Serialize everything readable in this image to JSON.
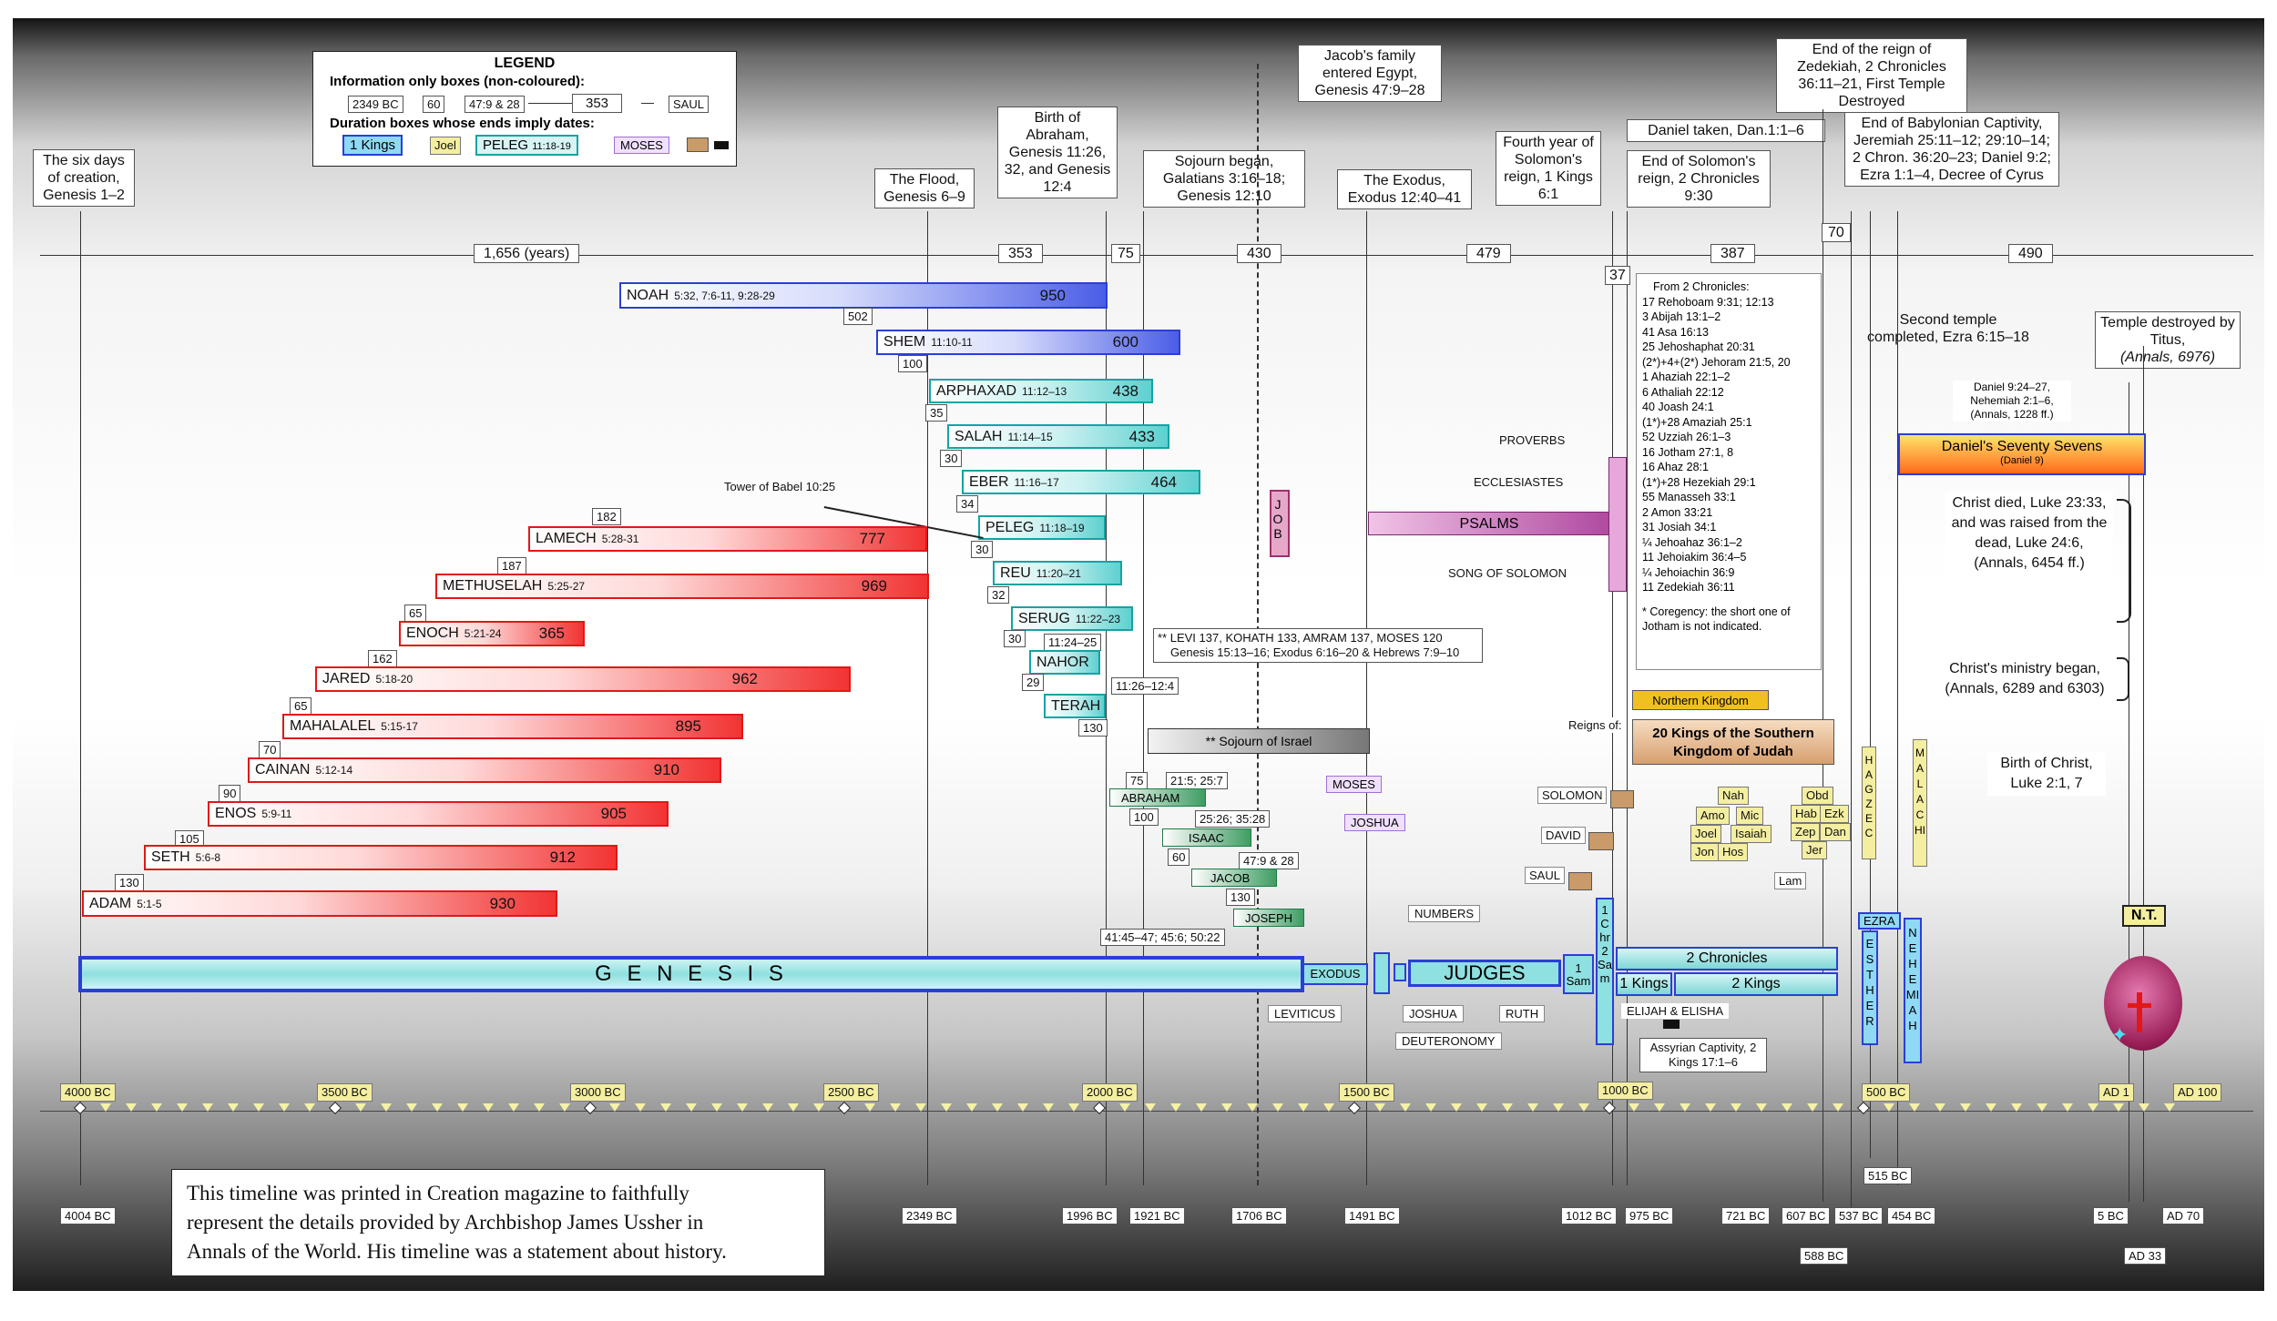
{
  "legend": {
    "title": "LEGEND",
    "info_title": "Information only boxes (non-coloured):",
    "ex_date": "2349 BC",
    "ex_num": "60",
    "ex_ref": "47:9 & 28",
    "ex_span": "353",
    "ex_saul": "SAUL",
    "dur_title": "Duration boxes whose ends imply dates:",
    "ex_kings": "1 Kings",
    "ex_joel": "Joel",
    "ex_peleg": "PELEG",
    "ex_peleg_ref": "11:18-19",
    "ex_moses": "MOSES"
  },
  "top_notes": {
    "creation": "The six days of creation, Genesis 1–2",
    "flood": "The Flood, Genesis 6–9",
    "abraham": "Birth of Abraham, Genesis 11:26, 32, and Genesis 12:4",
    "egypt": "Jacob's family entered Egypt, Genesis 47:9–28",
    "sojourn": "Sojourn began, Galatians 3:16–18; Genesis 12:10",
    "exodus": "The Exodus, Exodus 12:40–41",
    "solomon4": "Fourth year of Solomon's reign, 1 Kings 6:1",
    "daniel_taken": "Daniel taken, Dan.1:1–6",
    "end_solomon": "End of Solomon's reign, 2 Chronicles 9:30",
    "zedekiah": "End of the reign of Zedekiah, 2 Chronicles 36:11–21, First Temple Destroyed",
    "babylon": "End of Babylonian Captivity, Jeremiah 25:11–12; 29:10–14; 2 Chron. 36:20–23; Daniel 9:2; Ezra 1:1–4, Decree of Cyrus",
    "second_temple": "Second temple completed, Ezra 6:15–18",
    "titus_a": "Temple destroyed by Titus,",
    "titus_b": "(Annals, 6976)"
  },
  "spans": [
    "1,656 (years)",
    "353",
    "75",
    "430",
    "479",
    "37",
    "387",
    "70",
    "490"
  ],
  "patriarchs": [
    {
      "name": "NOAH",
      "ref": "5:32, 7:6-11, 9:28-29",
      "years": "950",
      "gap": "502"
    },
    {
      "name": "SHEM",
      "ref": "11:10-11",
      "years": "600",
      "gap": "100"
    },
    {
      "name": "ARPHAXAD",
      "ref": "11:12–13",
      "years": "438",
      "gap": "35"
    },
    {
      "name": "SALAH",
      "ref": "11:14–15",
      "years": "433",
      "gap": "30"
    },
    {
      "name": "EBER",
      "ref": "11:16–17",
      "years": "464",
      "gap": "34"
    },
    {
      "name": "PELEG",
      "ref": "11:18–19",
      "years": "",
      "gap": "30"
    },
    {
      "name": "REU",
      "ref": "11:20–21",
      "years": "",
      "gap": "32"
    },
    {
      "name": "SERUG",
      "ref": "11:22–23",
      "years": "",
      "gap": "30"
    },
    {
      "name": "NAHOR",
      "ref": "",
      "years": "",
      "gap": "29"
    },
    {
      "name": "TERAH",
      "ref": "",
      "years": "",
      "gap": "130"
    },
    {
      "name": "LAMECH",
      "ref": "5:28-31",
      "years": "777",
      "gap": "182"
    },
    {
      "name": "METHUSELAH",
      "ref": "5:25-27",
      "years": "969",
      "gap": "187"
    },
    {
      "name": "ENOCH",
      "ref": "5:21-24",
      "years": "365",
      "gap": "65"
    },
    {
      "name": "JARED",
      "ref": "5:18-20",
      "years": "962",
      "gap": "162"
    },
    {
      "name": "MAHALALEL",
      "ref": "5:15-17",
      "years": "895",
      "gap": "65"
    },
    {
      "name": "CAINAN",
      "ref": "5:12-14",
      "years": "910",
      "gap": "70"
    },
    {
      "name": "ENOS",
      "ref": "5:9-11",
      "years": "905",
      "gap": "90"
    },
    {
      "name": "SETH",
      "ref": "5:6-8",
      "years": "912",
      "gap": "105"
    },
    {
      "name": "ADAM",
      "ref": "5:1-5",
      "years": "930",
      "gap": "130"
    }
  ],
  "misc": {
    "babel": "Tower of Babel 10:25",
    "nahor_ref": "11:24–25",
    "terah_ref": "11:26–12:4",
    "levi": "** LEVI 137, KOHATH 133, AMRAM 137, MOSES 120",
    "levi2": "Genesis 15:13–16; Exodus 6:16–20 & Hebrews 7:9–10",
    "sojourn_israel": "** Sojourn of Israel",
    "job": "JOB",
    "psalms": "PSALMS",
    "proverbs": "PROVERBS",
    "eccl": "ECCLESIASTES",
    "song": "SONG OF SOLOMON",
    "moses": "MOSES",
    "joshua": "JOSHUA",
    "solomon": "SOLOMON",
    "david": "DAVID",
    "saul": "SAUL",
    "abraham": "ABRAHAM",
    "isaac": "ISAAC",
    "jacob": "JACOB",
    "joseph": "JOSEPH",
    "g75": "75",
    "g100": "100",
    "g60": "60",
    "g130": "130",
    "r_abr": "21:5; 25:7",
    "r_isaac": "25:26; 35:28",
    "r_jacob": "47:9 & 28",
    "r_joseph": "41:45–47; 45:6; 50:22",
    "genesis": "G E N E S I S",
    "exodus": "EXODUS",
    "judges": "JUDGES",
    "leviticus": "LEVITICUS",
    "numbers": "NUMBERS",
    "joshua_book": "JOSHUA",
    "deuteronomy": "DEUTERONOMY",
    "ruth": "RUTH",
    "sam1": "1 Sam",
    "sam2": "1 Chr 2 Sam",
    "chron2": "2 Chronicles",
    "kings1": "1 Kings",
    "kings2": "2 Kings",
    "elijah": "ELIJAH & ELISHA",
    "assyrian": "Assyrian Captivity, 2 Kings 17:1–6",
    "northern": "Northern Kingdom",
    "reigns_of": "Reigns of:",
    "southern": "20 Kings of the Southern Kingdom of Judah",
    "lam": "Lam",
    "ezra": "EZRA",
    "esther": "ESTHER",
    "nehemiah": "NEHEMIAH",
    "haggai": "HAG ZEC",
    "malachi": "MALACHI",
    "sevens_ref": "Daniel 9:24–27, Nehemiah 2:1–6, (Annals, 1228 ff.)",
    "sevens": "Daniel's Seventy Sevens",
    "sevens_sub": "(Daniel 9)",
    "christ_died": "Christ died, Luke 23:33, and was raised from the dead, Luke 24:6, (Annals, 6454 ff.)",
    "ministry": "Christ's ministry began, (Annals, 6289 and 6303)",
    "birth": "Birth of Christ, Luke 2:1, 7",
    "nt": "N.T.",
    "caption_a": "This timeline was printed in Creation magazine to faithfully",
    "caption_b": "represent the details provided by Archbishop James Ussher in",
    "caption_c": "Annals of the World. His timeline was a statement about history."
  },
  "kings_list": {
    "title": "From 2 Chronicles:",
    "items": [
      "17 Rehoboam 9:31; 12:13",
      "3  Abijah  13:1–2",
      "41  Asa  16:13",
      "25 Jehoshaphat  20:31",
      "(2*)+4+(2*) Jehoram  21:5, 20",
      "1   Ahaziah 22:1–2",
      "6   Athaliah  22:12",
      "40  Joash  24:1",
      "(1*)+28  Amaziah  25:1",
      "52  Uzziah  26:1–3",
      "16  Jotham  27:1, 8",
      "16  Ahaz  28:1",
      "(1*)+28  Hezekiah  29:1",
      "55  Manasseh  33:1",
      "2  Amon  33:21",
      "31  Josiah  34:1",
      "¼   Jehoahaz  36:1–2",
      "11  Jehoiakim  36:4–5",
      "¼   Jehoiachin  36:9",
      "11  Zedekiah  36:11"
    ],
    "note": "* Coregency: the short one of Jotham is not indicated."
  },
  "prophets": [
    "Nah",
    "Amo",
    "Mic",
    "Joel",
    "Isaiah",
    "Jon",
    "Hos",
    "Obd",
    "Hab",
    "Ezk",
    "Zep",
    "Dan",
    "Jer"
  ],
  "axis_labels": [
    "4000 BC",
    "3500 BC",
    "3000 BC",
    "2500 BC",
    "2000 BC",
    "1500 BC",
    "1000 BC",
    "500 BC",
    "AD 1",
    "AD 100"
  ],
  "bottom_dates": [
    "4004 BC",
    "2349 BC",
    "1996 BC",
    "1921 BC",
    "1706 BC",
    "1491 BC",
    "1012 BC",
    "975 BC",
    "721 BC",
    "607 BC",
    "588 BC",
    "537 BC",
    "515 BC",
    "454 BC",
    "5 BC",
    "AD 33",
    "AD 70"
  ],
  "colors": {
    "red": "#e01818",
    "blue": "#2a3fd6",
    "cyan": "#14a3a3",
    "green": "#1e7a45",
    "psalms": "#c060b0",
    "sevens": "#ff9a1a"
  }
}
